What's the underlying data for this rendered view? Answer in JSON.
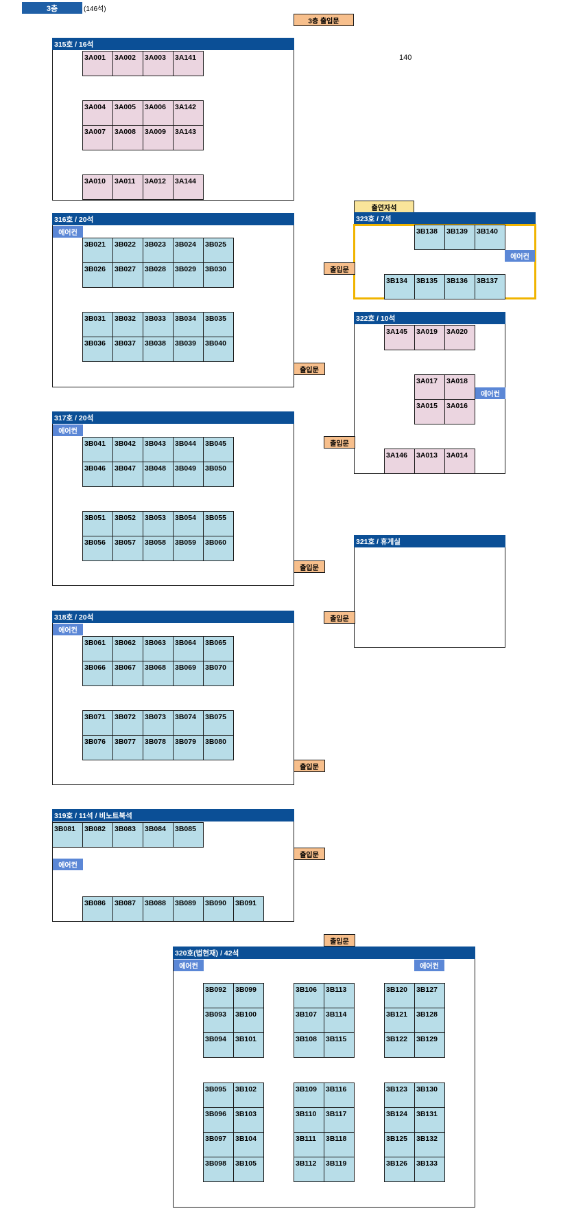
{
  "floor": {
    "label": "3층",
    "count": "(146석)"
  },
  "main_entrance": "3층 출입문",
  "note_140": "140",
  "door_label": "출입문",
  "ac_label": "에어컨",
  "seat_label_323": "출연자석",
  "rooms": {
    "r315": {
      "title": "315호 / 16석"
    },
    "r316": {
      "title": "316호 / 20석"
    },
    "r317": {
      "title": "317호 / 20석"
    },
    "r318": {
      "title": "318호 / 20석"
    },
    "r319": {
      "title": "319호 / 11석 / 비노트북석"
    },
    "r320": {
      "title": "320호(법현재) / 42석"
    },
    "r321": {
      "title": "321호 / 휴게실"
    },
    "r322": {
      "title": "322호 / 10석"
    },
    "r323": {
      "title": "323호 / 7석"
    }
  },
  "seats": {
    "r315": [
      [
        "3A001",
        "3A002",
        "3A003",
        "3A141"
      ],
      [
        "3A004",
        "3A005",
        "3A006",
        "3A142"
      ],
      [
        "3A007",
        "3A008",
        "3A009",
        "3A143"
      ],
      [
        "3A010",
        "3A011",
        "3A012",
        "3A144"
      ]
    ],
    "r316": [
      [
        "3B021",
        "3B022",
        "3B023",
        "3B024",
        "3B025"
      ],
      [
        "3B026",
        "3B027",
        "3B028",
        "3B029",
        "3B030"
      ],
      [
        "3B031",
        "3B032",
        "3B033",
        "3B034",
        "3B035"
      ],
      [
        "3B036",
        "3B037",
        "3B038",
        "3B039",
        "3B040"
      ]
    ],
    "r317": [
      [
        "3B041",
        "3B042",
        "3B043",
        "3B044",
        "3B045"
      ],
      [
        "3B046",
        "3B047",
        "3B048",
        "3B049",
        "3B050"
      ],
      [
        "3B051",
        "3B052",
        "3B053",
        "3B054",
        "3B055"
      ],
      [
        "3B056",
        "3B057",
        "3B058",
        "3B059",
        "3B060"
      ]
    ],
    "r318": [
      [
        "3B061",
        "3B062",
        "3B063",
        "3B064",
        "3B065"
      ],
      [
        "3B066",
        "3B067",
        "3B068",
        "3B069",
        "3B070"
      ],
      [
        "3B071",
        "3B072",
        "3B073",
        "3B074",
        "3B075"
      ],
      [
        "3B076",
        "3B077",
        "3B078",
        "3B079",
        "3B080"
      ]
    ],
    "r319": [
      [
        "3B081",
        "3B082",
        "3B083",
        "3B084",
        "3B085"
      ],
      [
        "3B086",
        "3B087",
        "3B088",
        "3B089",
        "3B090",
        "3B091"
      ]
    ],
    "r323": [
      [
        "3B138",
        "3B139",
        "3B140"
      ],
      [
        "3B134",
        "3B135",
        "3B136",
        "3B137"
      ]
    ],
    "r322": [
      [
        "3A145",
        "3A019",
        "3A020"
      ],
      [
        "3A017",
        "3A018"
      ],
      [
        "3A015",
        "3A016"
      ],
      [
        "3A146",
        "3A013",
        "3A014"
      ]
    ],
    "r320": [
      [
        "3B092",
        "3B099",
        "3B106",
        "3B113",
        "3B120",
        "3B127"
      ],
      [
        "3B093",
        "3B100",
        "3B107",
        "3B114",
        "3B121",
        "3B128"
      ],
      [
        "3B094",
        "3B101",
        "3B108",
        "3B115",
        "3B122",
        "3B129"
      ],
      [
        "3B095",
        "3B102",
        "3B109",
        "3B116",
        "3B123",
        "3B130"
      ],
      [
        "3B096",
        "3B103",
        "3B110",
        "3B117",
        "3B124",
        "3B131"
      ],
      [
        "3B097",
        "3B104",
        "3B111",
        "3B118",
        "3B125",
        "3B132"
      ],
      [
        "3B098",
        "3B105",
        "3B112",
        "3B119",
        "3B126",
        "3B133"
      ]
    ]
  },
  "colors": {
    "header": "#0b4f96",
    "seat_pink": "#ebd5e0",
    "seat_blue": "#b8dde8",
    "door": "#f7bf8c",
    "ac": "#5b87d6",
    "highlight": "#f0b400"
  }
}
